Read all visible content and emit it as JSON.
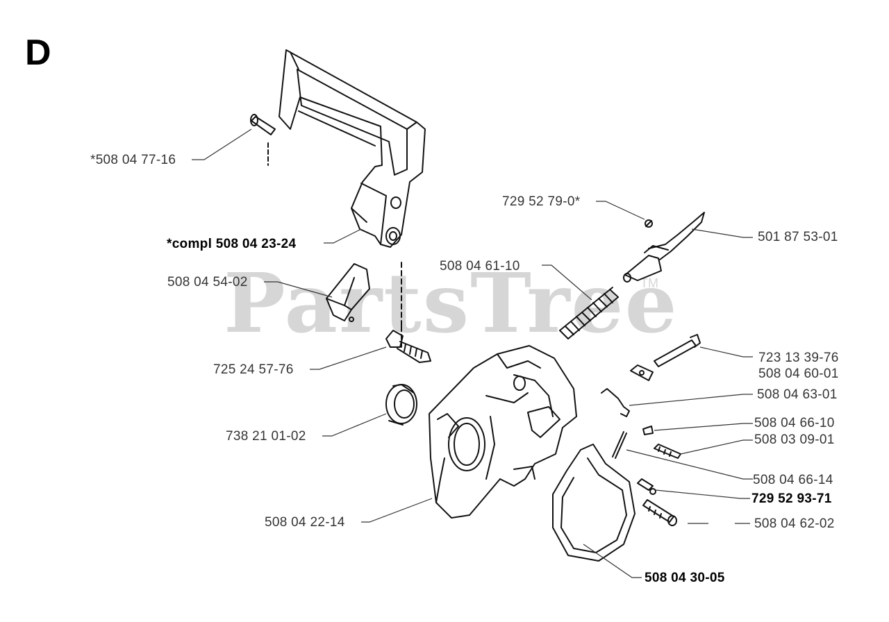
{
  "section": "D",
  "watermark": {
    "text": "PartsTree",
    "tm": "TM"
  },
  "parts": {
    "p1": "*508 04 77-16",
    "p2": "*compl 508 04 23-24",
    "p3": "508 04 54-02",
    "p4": "725 24 57-76",
    "p5": "738 21 01-02",
    "p6": "508 04 22-14",
    "p7": "729 52 79-0*",
    "p8": "501 87 53-01",
    "p9": "508 04 61-10",
    "p10": "723 13 39-76",
    "p11": "508 04 60-01",
    "p12": "508 04 63-01",
    "p13": "508 04 66-10",
    "p14": "508 03 09-01",
    "p15": "508 04 66-14",
    "p16": "729 52 93-71",
    "p17": "508 04 62-02",
    "p18": "508 04 30-05"
  }
}
